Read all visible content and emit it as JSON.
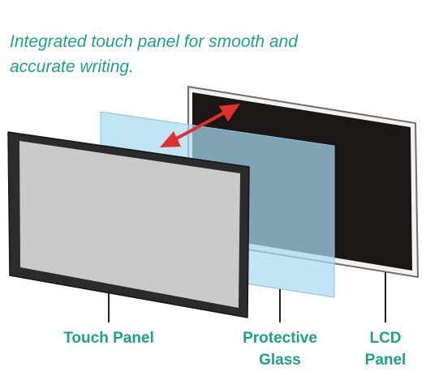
{
  "headline": {
    "line1": "Integrated touch panel for smooth and",
    "line2": "accurate writing."
  },
  "labels": {
    "touch_panel": "Touch Panel",
    "protective_glass_line1": "Protective",
    "protective_glass_line2": "Glass",
    "lcd_panel_line1": "LCD",
    "lcd_panel_line2": "Panel"
  },
  "colors": {
    "accent_text": "#1aa384",
    "arrow": "#e0302c",
    "glass": "#a9dbf1",
    "lcd_screen": "#1b1716",
    "touch_screen": "#dcdcdc"
  }
}
